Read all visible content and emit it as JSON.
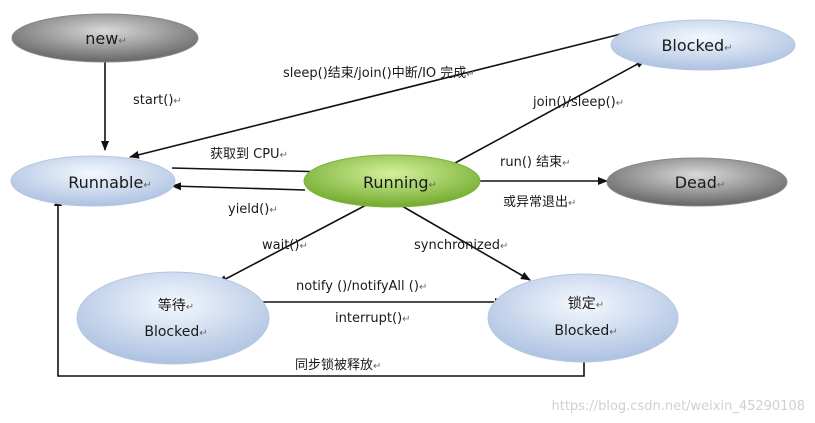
{
  "colors": {
    "node_blue_light": "#e8f0fb",
    "node_blue_dark": "#9fb6d9",
    "node_gray_light": "#e0e0e0",
    "node_gray_dark": "#6b6b6b",
    "node_green_light": "#c7e88a",
    "node_green_dark": "#6fa82a",
    "arrow": "#111111"
  },
  "return_mark": "↵",
  "states": {
    "new": "new",
    "runnable": "Runnable",
    "running": "Running",
    "blocked_top": "Blocked",
    "dead": "Dead",
    "waiting_line1": "等待",
    "waiting_line2": "Blocked",
    "lock_line1": "锁定",
    "lock_line2": "Blocked"
  },
  "transitions": {
    "start": "start()",
    "sleep_join_io": "sleep()结束/join()中断/IO 完成",
    "get_cpu": "获取到 CPU",
    "yield": "yield()",
    "join_sleep": "join()/sleep()",
    "run_end": "run()  结束",
    "abnormal_exit": "或异常退出",
    "wait": "wait()",
    "synchronized": "synchronized",
    "notify": "notify ()/notifyAll ()",
    "interrupt": "interrupt()",
    "lock_released": "同步锁被释放"
  },
  "watermark": "https://blog.csdn.net/weixin_45290108"
}
